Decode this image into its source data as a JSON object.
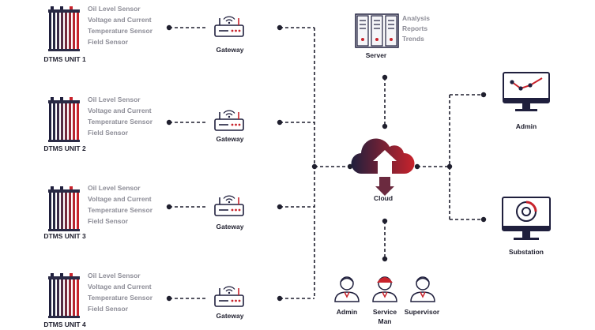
{
  "units": [
    {
      "label": "DTMS UNIT 1",
      "sensors": [
        "Oil Level Sensor",
        "Voltage and Current",
        "Temperature Sensor",
        "Field Sensor"
      ],
      "gateway": "Gateway"
    },
    {
      "label": "DTMS UNIT 2",
      "sensors": [
        "Oil Level Sensor",
        "Voltage and Current",
        "Temperature Sensor",
        "Field Sensor"
      ],
      "gateway": "Gateway"
    },
    {
      "label": "DTMS UNIT 3",
      "sensors": [
        "Oil Level Sensor",
        "Voltage and Current",
        "Temperature Sensor",
        "Field Sensor"
      ],
      "gateway": "Gateway"
    },
    {
      "label": "DTMS UNIT 4",
      "sensors": [
        "Oil Level Sensor",
        "Voltage and Current",
        "Temperature Sensor",
        "Field Sensor"
      ],
      "gateway": "Gateway"
    }
  ],
  "server": {
    "label": "Server",
    "services": [
      "Analysis",
      "Reports",
      "Trends"
    ]
  },
  "cloud": {
    "label": "Cloud"
  },
  "outputs": {
    "admin": "Admin",
    "substation": "Substation"
  },
  "users": [
    {
      "label": "Admin"
    },
    {
      "label_line1": "Service",
      "label_line2": "Man"
    },
    {
      "label": "Supervisor"
    }
  ],
  "colors": {
    "red": "#c8232c",
    "navy": "#1f1f3d",
    "text": "#1f1f2e",
    "muted": "#8d8d97"
  }
}
